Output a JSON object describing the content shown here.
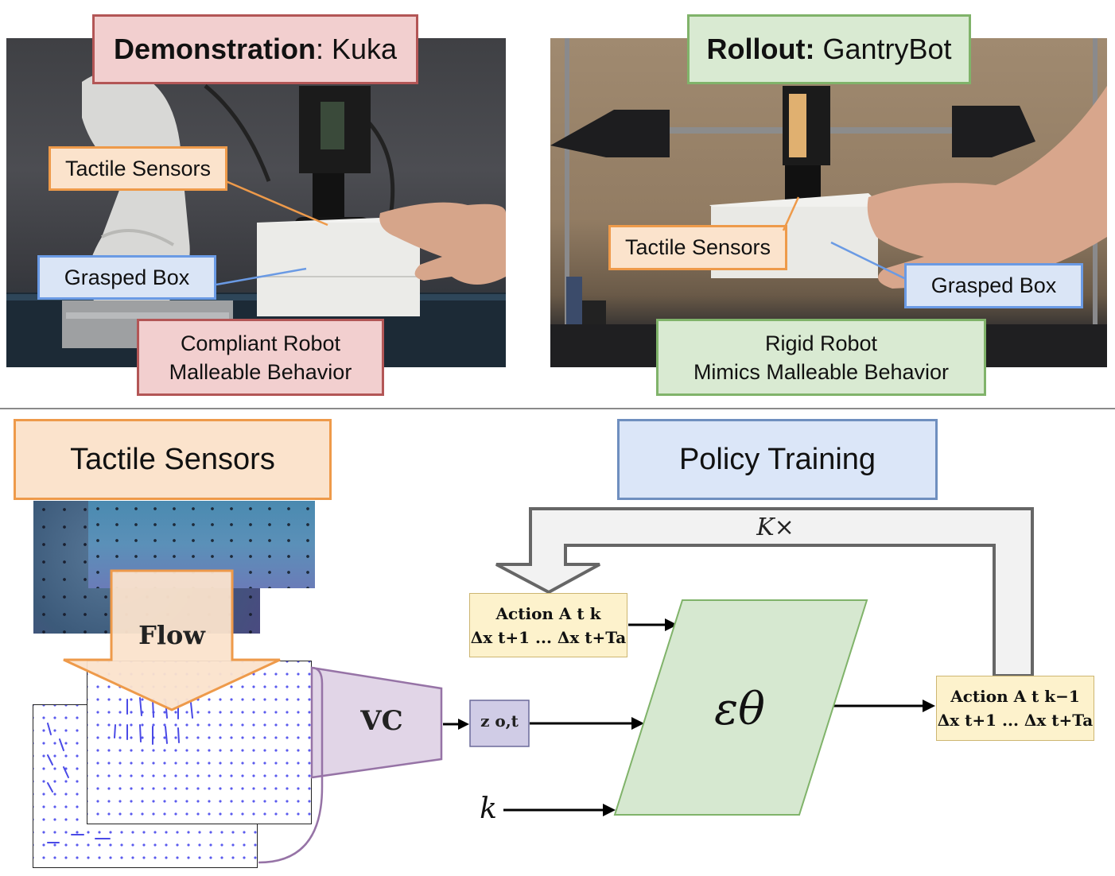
{
  "top_left": {
    "title_bold": "Demonstration",
    "title_rest": ": Kuka",
    "tactile_label": "Tactile Sensors",
    "box_label": "Grasped Box",
    "behavior_line1": "Compliant Robot",
    "behavior_line2": "Malleable Behavior"
  },
  "top_right": {
    "title_bold": "Rollout:",
    "title_rest": " GantryBot",
    "tactile_label": "Tactile Sensors",
    "box_label": "Grasped Box",
    "behavior_line1": "Rigid Robot",
    "behavior_line2": "Mimics Malleable Behavior"
  },
  "bottom": {
    "tactile_sensors_title": "Tactile Sensors",
    "policy_training_title": "Policy Training",
    "flow_label": "Flow",
    "vc_label": "VC",
    "k_times_label": "K×",
    "k_input_label": "k",
    "latent_label": "z o,t",
    "epsilon_label": "εθ",
    "action_in": {
      "line1": "Action A t k",
      "line2": "Δx t+1 ... Δx t+Ta"
    },
    "action_out": {
      "line1": "Action A t k−1",
      "line2": "Δx t+1 ... Δx t+Ta"
    }
  },
  "colors": {
    "red_fill": "#f2cfcf",
    "red_border": "#b35656",
    "green_fill": "#d9ead2",
    "green_border": "#80b36a",
    "orange_fill": "#fbe3cc",
    "orange_border": "#ee9a4a",
    "blue_fill": "#dae5f6",
    "blue_border": "#6a9ae4",
    "vc_fill": "#e1d5e7",
    "vc_border": "#9673a6",
    "action_fill": "#fdf2cc"
  }
}
